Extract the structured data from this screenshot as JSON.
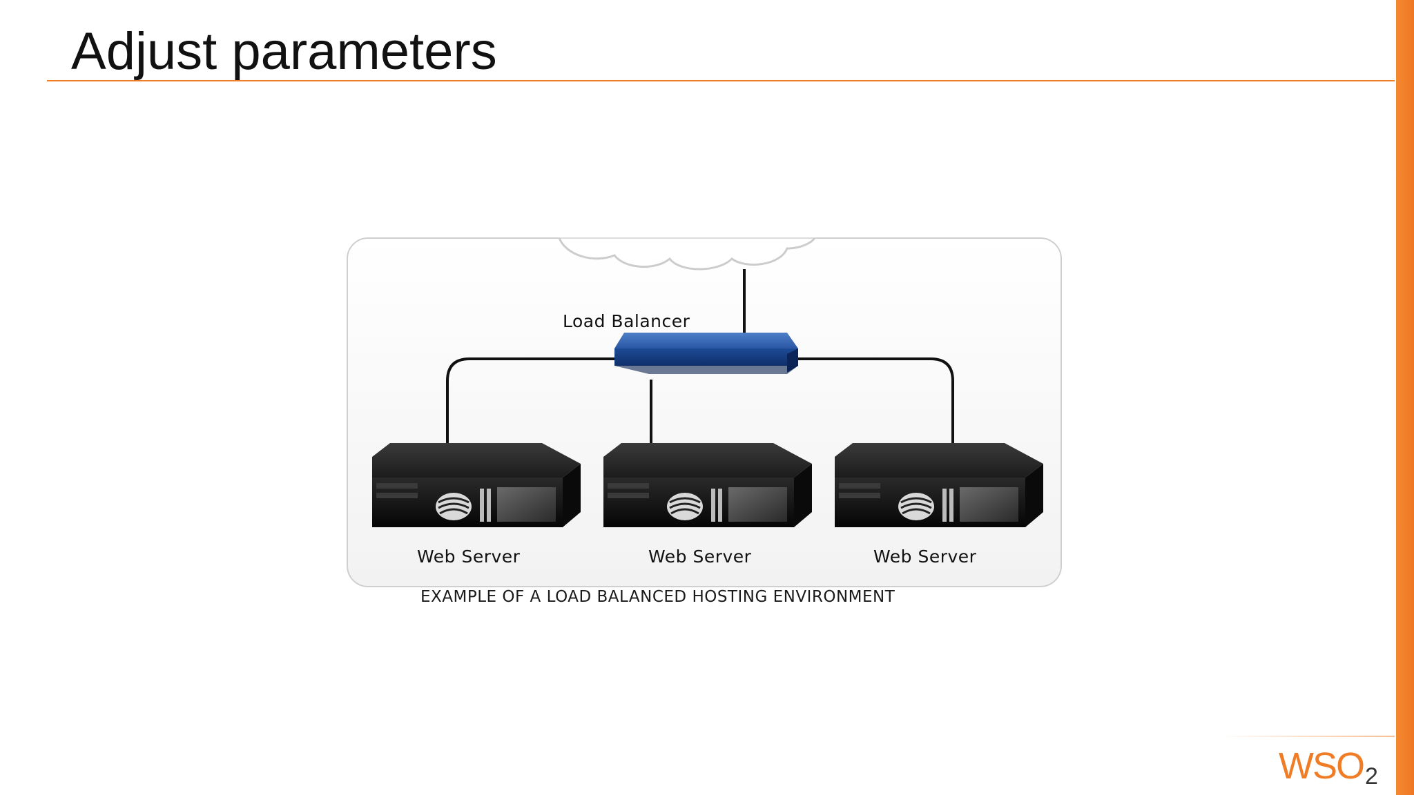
{
  "slide": {
    "title": "Adjust parameters",
    "accent_color": "#f07c25"
  },
  "diagram": {
    "load_balancer_label": "Load Balancer",
    "servers": [
      {
        "label": "Web Server"
      },
      {
        "label": "Web Server"
      },
      {
        "label": "Web Server"
      }
    ],
    "caption": "EXAMPLE OF A LOAD BALANCED HOSTING ENVIRONMENT",
    "icons": [
      "cloud-icon",
      "load-balancer-device-icon",
      "server-rack-icon"
    ]
  },
  "footer": {
    "logo_text": "WSO",
    "logo_subscript": "2"
  }
}
